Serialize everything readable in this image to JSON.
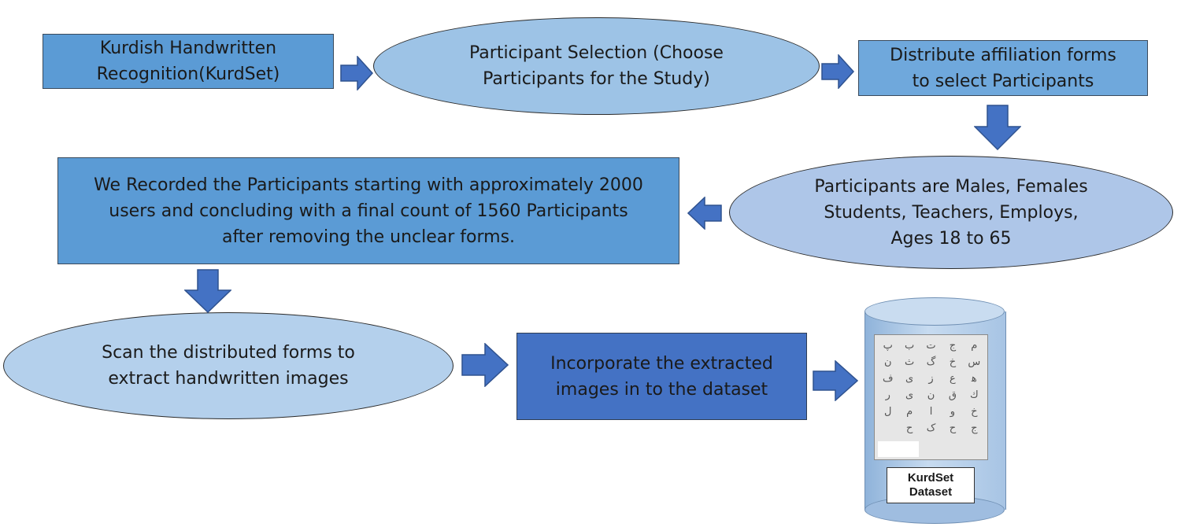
{
  "nodes": {
    "kurdish_handwritten": "Kurdish Handwritten\nRecognition(KurdSet)",
    "participant_selection": "Participant Selection (Choose\nParticipants for the Study)",
    "distribute_forms": "Distribute affiliation forms\nto select Participants",
    "participants_demographics": "Participants are Males, Females\nStudents, Teachers, Employs,\nAges 18 to 65",
    "recorded_participants": "We Recorded the Participants starting with approximately 2000\nusers and concluding with a final count of 1560 Participants\nafter removing the unclear forms.",
    "scan_forms": "Scan the distributed forms to\nextract handwritten images",
    "incorporate_images": "Incorporate the extracted\nimages in to the dataset"
  },
  "database": {
    "label_line1": "KurdSet",
    "label_line2": "Dataset",
    "glyphs": [
      "ﻡ",
      "ﺝ",
      "ﺕ",
      "ﺏ",
      "ﭖ",
      "ﺱ",
      "ﺥ",
      "ﮒ",
      "ﺙ",
      "ﻥ",
      "ﻫ",
      "ﻉ",
      "ﺯ",
      "ﯼ",
      "ﻑ",
      "ﻙ",
      "ﻕ",
      "ﻥ",
      "ﻯ",
      "ﺭ",
      "ﺥ",
      "ﻭ",
      "ﺍ",
      "ﻡ",
      "ﻝ",
      "ﺝ",
      "ﺡ",
      "ﮎ",
      "ﺡ"
    ]
  },
  "colors": {
    "arrow_fill": "#4472c4",
    "arrow_stroke": "#2f528f"
  }
}
